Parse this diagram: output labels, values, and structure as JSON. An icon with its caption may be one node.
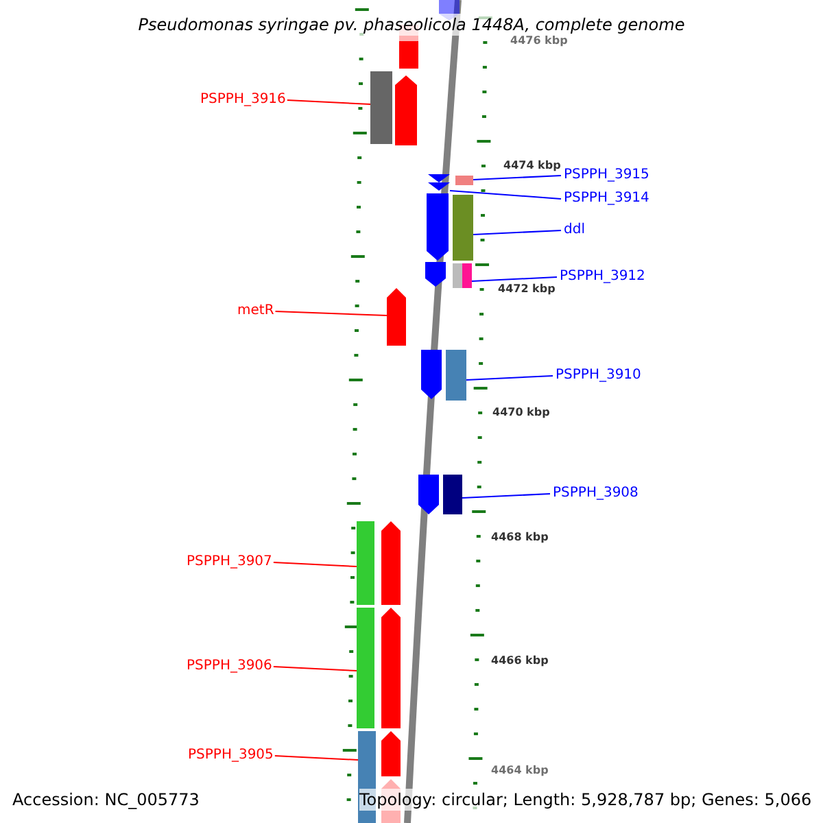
{
  "diagram": {
    "title": "Pseudomonas syringae pv. phaseolicola 1448A, complete genome",
    "nodes": [
      {
        "text": [
          "PSPPH_3916"
        ]
      },
      {
        "text": [],
        "shape": "bar"
      },
      {
        "text": [
          "PSPPH_3915"
        ]
      },
      {
        "text": [],
        "shape": "bar"
      },
      {
        "text": [
          "PSPPH_3914"
        ]
      },
      {
        "text": [],
        "shape": "arrow"
      },
      {
        "text": [
          "ddl"
        ]
      },
      {
        "text": [],
        "shape": "bar"
      },
      {
        "text": [
          "PSPPH_3912"
        ]
      },
      {
        "text": [],
        "shape": "bar"
      },
      {
        "text": [
          "metR"
        ]
      },
      {
        "text": [],
        "shape": "arrow"
      },
      {
        "text": [
          "PSPPH_3910"
        ]
      },
      {
        "text": [],
        "shape": "bar"
      },
      {
        "text": [
          "PSPPH_3908"
        ]
      },
      {
        "text": [],
        "shape": "bar"
      },
      {
        "text": [
          "PSPPH_3907"
        ]
      },
      {
        "text": [],
        "shape": "bar"
      },
      {
        "text": [
          "PSPPH_3906"
        ]
      },
      {
        "text": [],
        "shape": "bar"
      },
      {
        "text": [
          "PSPPH_3905"
        ]
      },
      {
        "text": [],
        "shape": "bar"
      }
    ],
    "edges": [
      {
        "from": 0,
        "to": 1,
        "arrow": "none",
        "color": "#ff0000"
      },
      {
        "from": 2,
        "to": 3,
        "arrow": "none"
      },
      {
        "from": 4,
        "to": 5,
        "arrow": "none"
      },
      {
        "from": 6,
        "to": 7,
        "arrow": "none"
      },
      {
        "from": 8,
        "to": 9,
        "arrow": "none"
      },
      {
        "from": 10,
        "to": 11,
        "arrow": "none",
        "color": "#ff0000"
      },
      {
        "from": 12,
        "to": 13,
        "arrow": "none"
      },
      {
        "from": 14,
        "to": 15,
        "arrow": "none"
      },
      {
        "from": 16,
        "to": 17,
        "arrow": "none",
        "color": "#ff0000"
      },
      {
        "from": 18,
        "to": 19,
        "arrow": "none",
        "color": "#ff0000"
      },
      {
        "from": 20,
        "to": 21,
        "arrow": "none",
        "color": "#ff0000"
      }
    ],
    "labels": [
      "4476 kbp",
      "4474 kbp",
      "4472 kbp",
      "4470 kbp",
      "4468 kbp",
      "4466 kbp",
      "4464 kbp",
      "Accession: NC_005773",
      "Topology: circular; Length: 5,928,787 bp; Genes: 5,066"
    ]
  }
}
